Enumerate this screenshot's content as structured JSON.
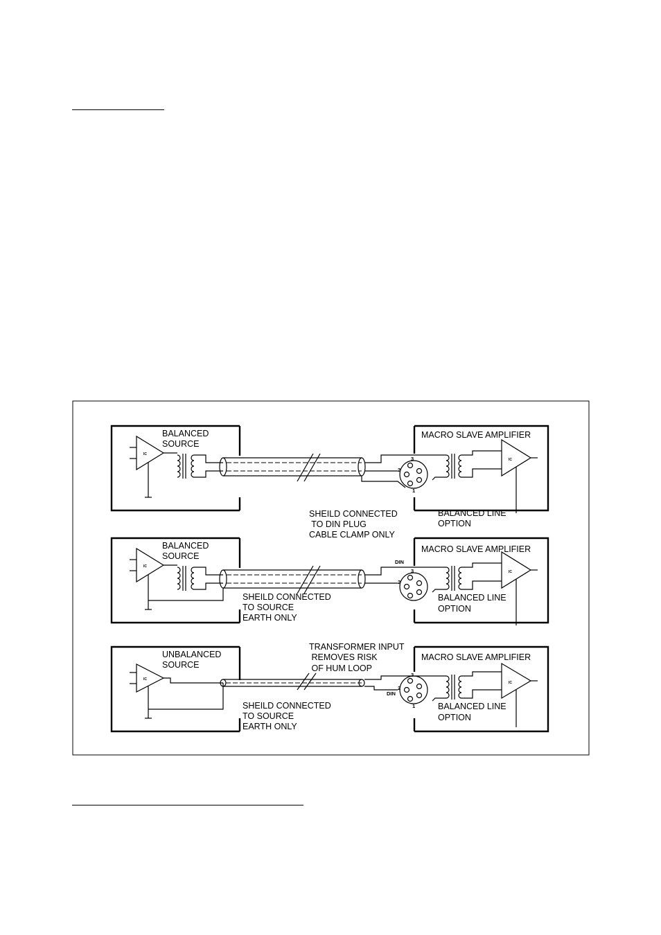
{
  "panels": [
    {
      "source_label": [
        "BALANCED",
        "SOURCE"
      ],
      "note": [
        "SHEILD CONNECTED",
        " TO DIN PLUG",
        "CABLE CLAMP ONLY"
      ],
      "amp_title": "MACRO SLAVE AMPLIFIER",
      "amp_note": [
        "BALANCED LINE",
        "OPTION"
      ],
      "din_label": "",
      "pins": [
        "3",
        "2",
        "1"
      ]
    },
    {
      "source_label": [
        "BALANCED",
        "SOURCE"
      ],
      "note": [
        "SHEILD CONNECTED",
        "TO SOURCE",
        "EARTH ONLY"
      ],
      "amp_title": "MACRO SLAVE AMPLIFIER",
      "amp_note": [
        "BALANCED LINE",
        "OPTION"
      ],
      "din_label": "DIN",
      "pins": [
        "3",
        "2",
        ""
      ]
    },
    {
      "source_label": [
        "UNBALANCED",
        "SOURCE"
      ],
      "note": [
        "SHEILD CONNECTED",
        "TO SOURCE",
        "EARTH ONLY"
      ],
      "top_note": [
        "TRANSFORMER INPUT",
        " REMOVES RISK",
        " OF HUM LOOP"
      ],
      "amp_title": "MACRO SLAVE AMPLIFIER",
      "amp_note": [
        "BALANCED LINE",
        "OPTION"
      ],
      "din_label": "DIN",
      "pins": [
        "3",
        "2",
        "1"
      ]
    }
  ],
  "ic_label": "IC"
}
